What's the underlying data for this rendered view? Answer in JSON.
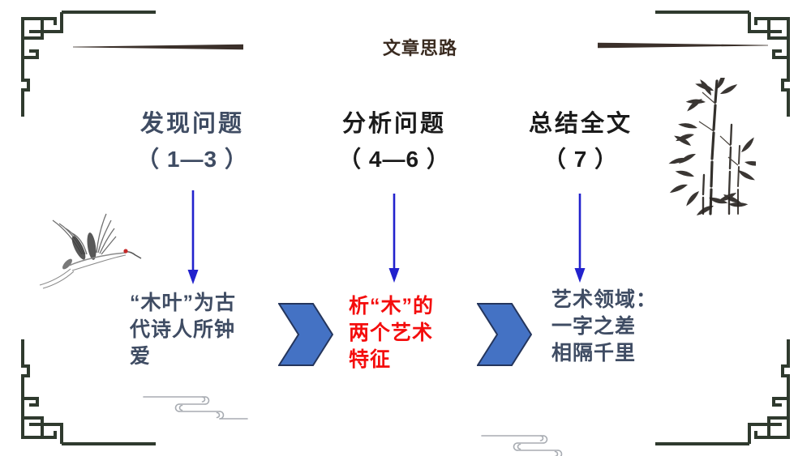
{
  "slide": {
    "title": "文章思路",
    "columns": [
      {
        "heading": "发现问题",
        "range": "（ 1—3 ）",
        "lines": [
          "“木叶”为古",
          "代诗人所钟",
          "爱"
        ]
      },
      {
        "heading": "分析问题",
        "range": "（ 4—6 ）",
        "lines": [
          "析“木”的",
          "两个艺术",
          "特征"
        ]
      },
      {
        "heading": "总结全文",
        "range": "（ 7 ）",
        "lines": [
          "艺术领域：",
          "一字之差",
          "相隔千里"
        ]
      }
    ],
    "icons": {
      "corner": "chinese-fret-corner-ornament",
      "crane": "ink-wash-crane",
      "bamboo": "ink-wash-bamboo",
      "cloud": "scroll-cloud-motif",
      "down_arrow": "down-arrow",
      "chevron": "right-chevron-arrow"
    },
    "colors": {
      "frame": "#2f3a2e",
      "title_text": "#3a2b20",
      "divider": "#3b302a",
      "heading_primary": "#3f4c63",
      "heading_dark": "#1b1b1b",
      "body_slate": "#3f4c63",
      "body_red": "#f40d0d",
      "arrow_blue": "#2222cd",
      "chevron_fill": "#4472c4",
      "chevron_stroke": "#24355c",
      "cloud_line": "#a8acb2"
    }
  }
}
